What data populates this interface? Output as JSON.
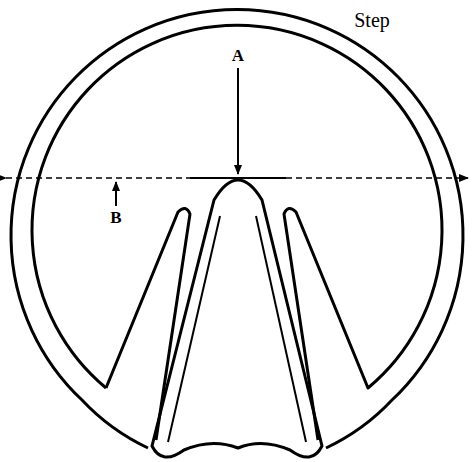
{
  "diagram": {
    "labels": [
      "Step",
      "A",
      "B"
    ]
  }
}
